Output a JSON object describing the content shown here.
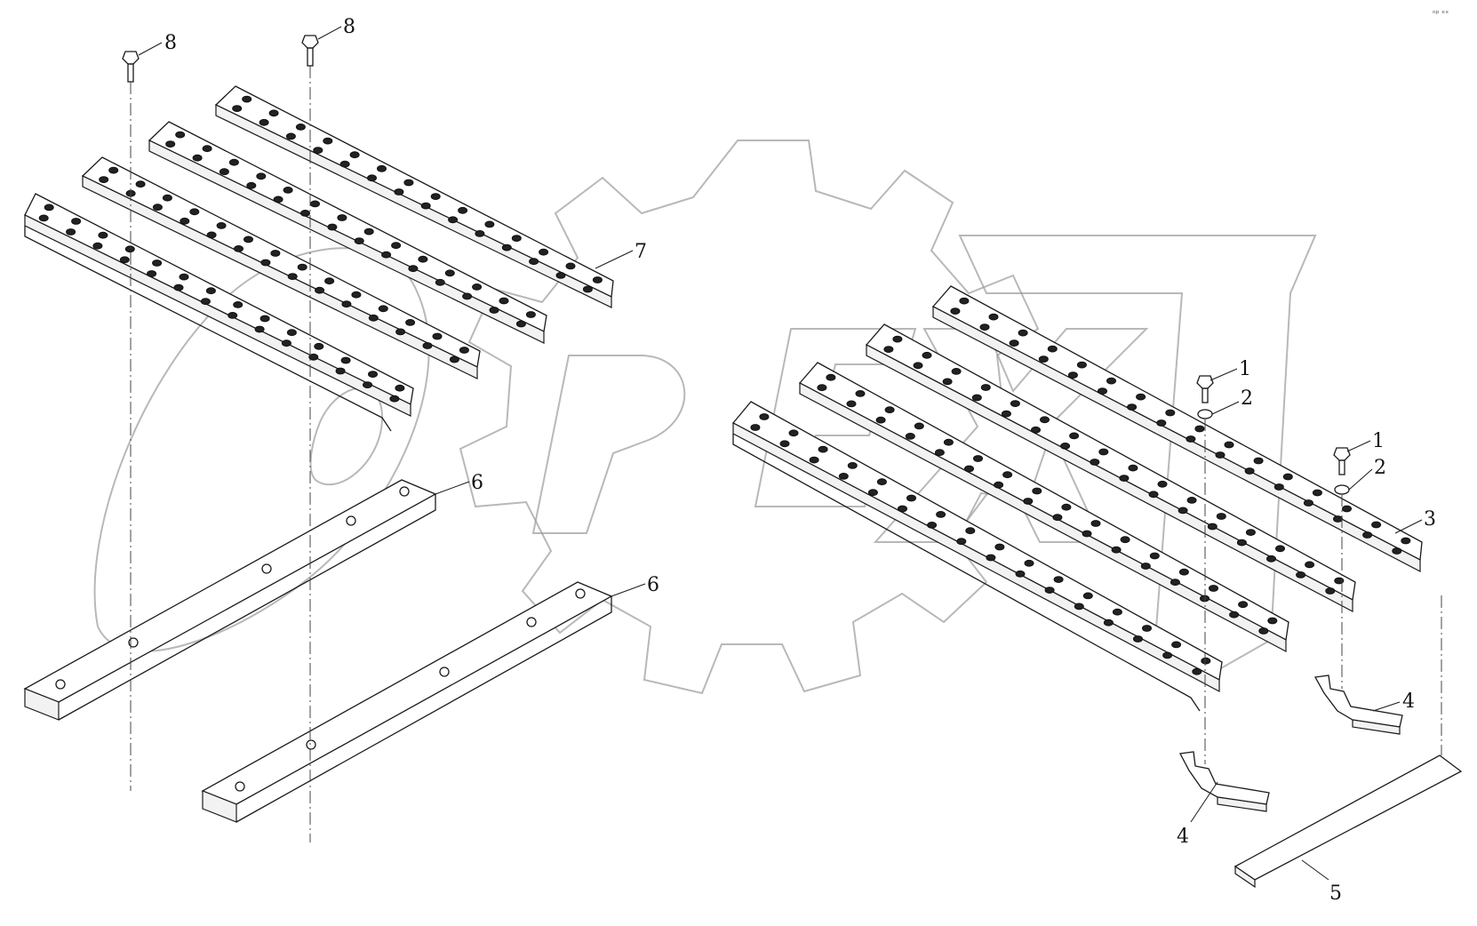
{
  "watermark": {
    "text": "OPEX"
  },
  "corner_mark": "ᵒᵖ ᵉˣ",
  "callouts": {
    "c8a": "8",
    "c8b": "8",
    "c7": "7",
    "c6a": "6",
    "c6b": "6",
    "c1a": "1",
    "c2a": "2",
    "c1b": "1",
    "c2b": "2",
    "c3": "3",
    "c4a": "4",
    "c4b": "4",
    "c5": "5"
  }
}
